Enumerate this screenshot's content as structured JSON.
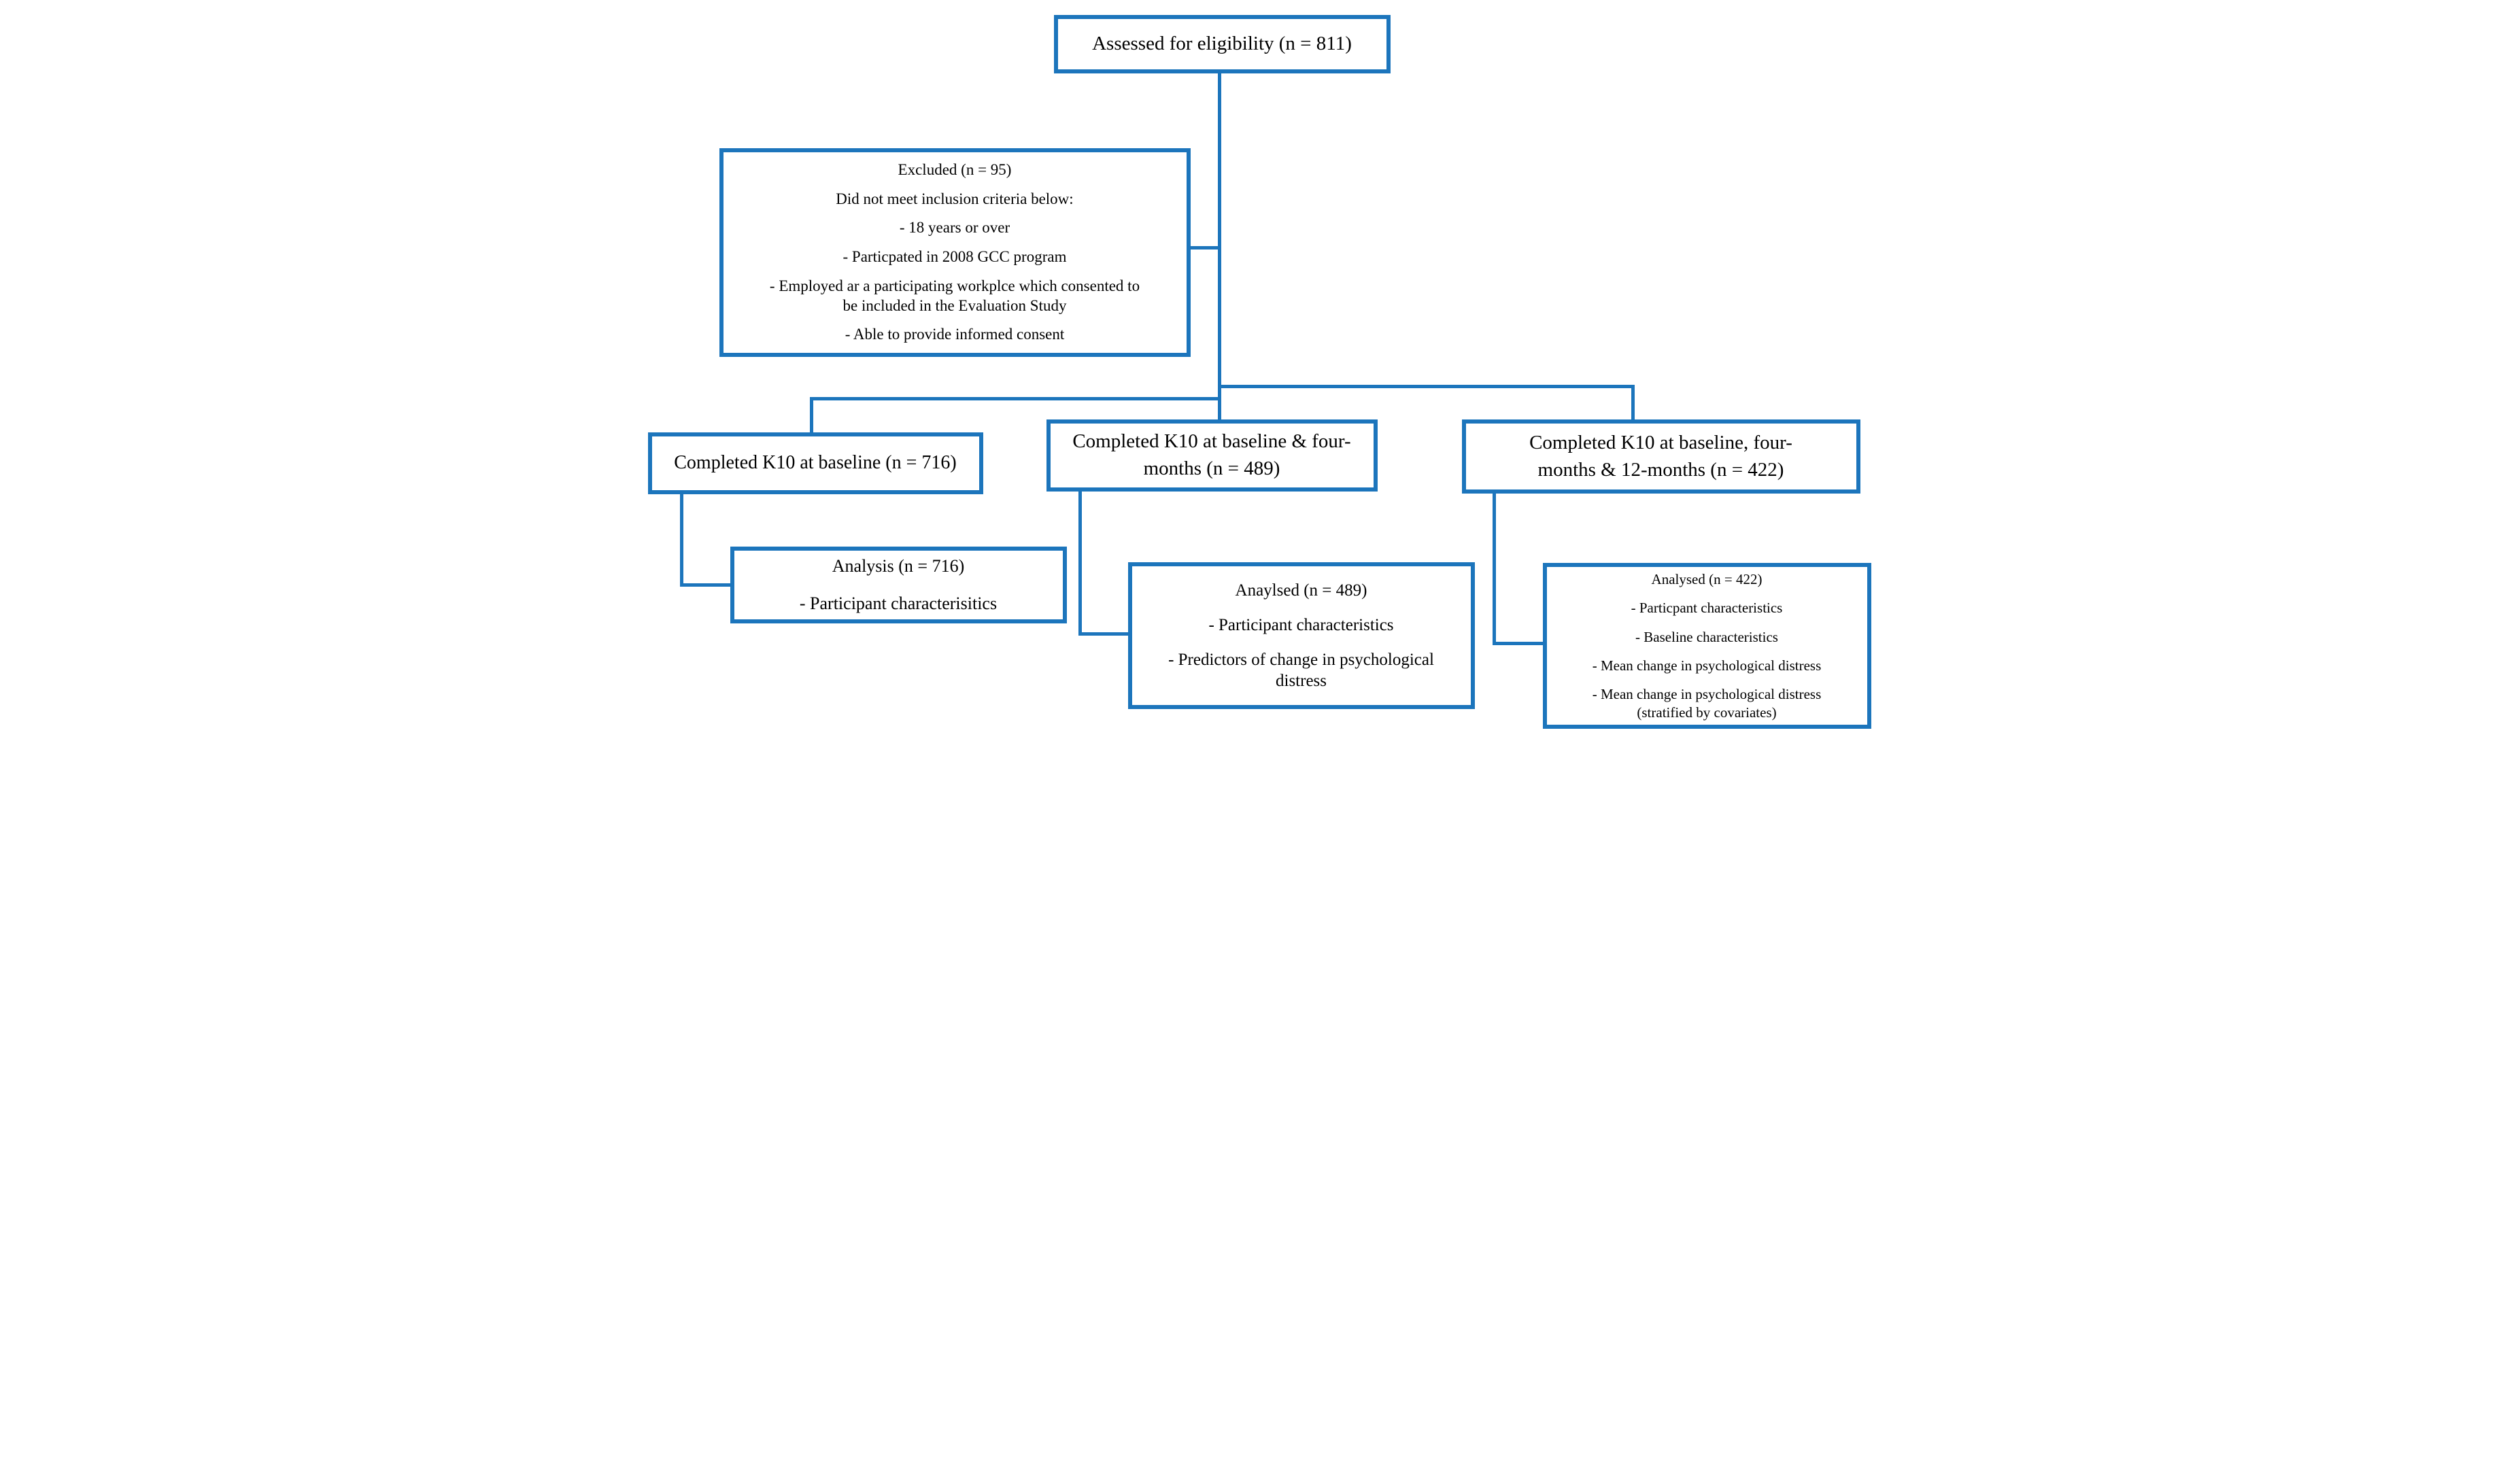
{
  "diagram": {
    "accent_color": "#1C75BC",
    "text_color": "#000000",
    "background_color": "#FFFFFF",
    "boxes": {
      "assessed": {
        "lines": [
          "Assessed for eligibility (n = 811)"
        ]
      },
      "excluded": {
        "lines": [
          "Excluded (n = 95)",
          "Did not meet inclusion criteria below:",
          "- 18 years or over",
          "- Particpated in 2008 GCC program",
          "- Employed ar a participating workplce which consented to",
          "be included in the Evaluation Study",
          "- Able to provide informed consent"
        ]
      },
      "baseline": {
        "lines": [
          "Completed K10 at baseline (n = 716)"
        ]
      },
      "four_months": {
        "lines": [
          "Completed K10 at baseline & four-",
          "months (n = 489)"
        ]
      },
      "twelve_months": {
        "lines": [
          "Completed K10 at baseline, four-",
          "months & 12-months (n = 422)"
        ]
      },
      "analysis_baseline": {
        "lines": [
          "Analysis (n = 716)",
          "- Participant characterisitics"
        ]
      },
      "analysis_four": {
        "lines": [
          "Anaylsed (n = 489)",
          "- Participant characteristics",
          "- Predictors of change in psychological",
          "distress"
        ]
      },
      "analysis_twelve": {
        "lines": [
          "Analysed (n = 422)",
          "- Particpant characteristics",
          "- Baseline characteristics",
          "- Mean change in psychological distress",
          "- Mean change in psychological distress",
          "(stratified by covariates)"
        ]
      }
    }
  }
}
